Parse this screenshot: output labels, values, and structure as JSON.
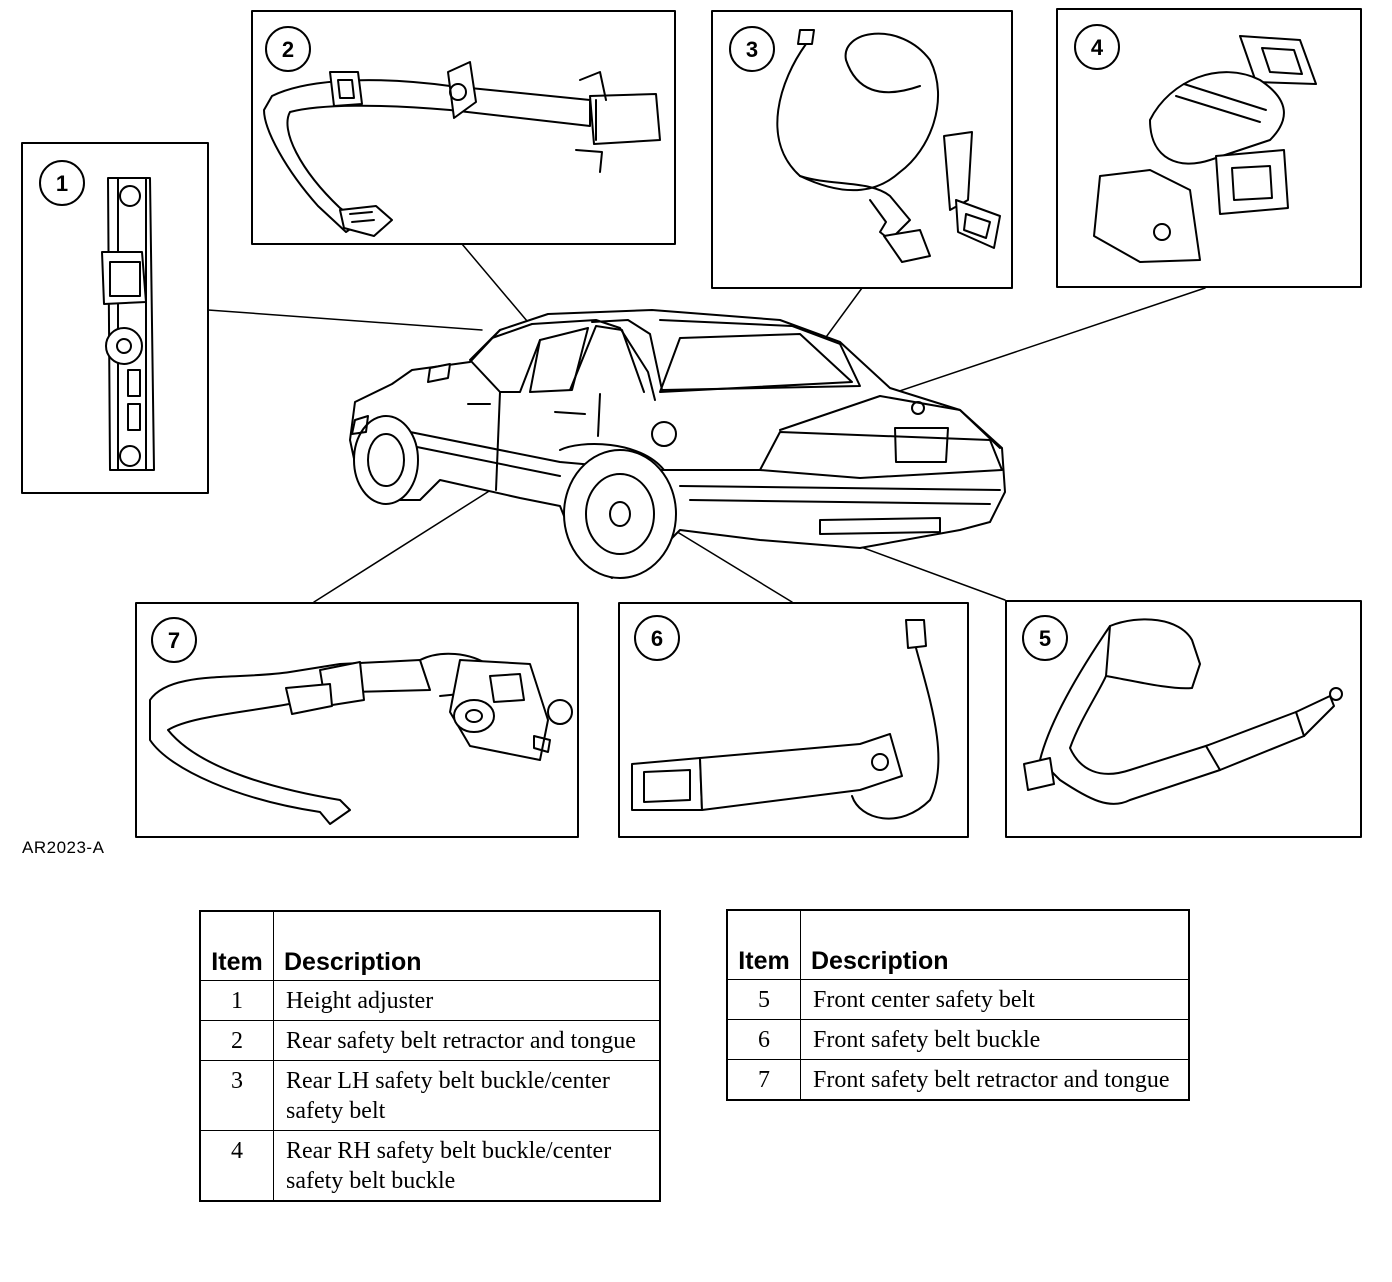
{
  "figure_code": "AR2023-A",
  "callouts": [
    "1",
    "2",
    "3",
    "4",
    "5",
    "6",
    "7"
  ],
  "table_left": {
    "header_item": "Item",
    "header_description": "Description",
    "rows": [
      {
        "item": "1",
        "description": "Height adjuster"
      },
      {
        "item": "2",
        "description": "Rear safety belt retractor and tongue"
      },
      {
        "item": "3",
        "description": "Rear LH safety belt buckle/center safety belt"
      },
      {
        "item": "4",
        "description": "Rear RH safety belt buckle/center safety belt buckle"
      }
    ]
  },
  "table_right": {
    "header_item": "Item",
    "header_description": "Description",
    "rows": [
      {
        "item": "5",
        "description": "Front center safety belt"
      },
      {
        "item": "6",
        "description": "Front safety belt buckle"
      },
      {
        "item": "7",
        "description": "Front safety belt retractor and tongue"
      }
    ]
  },
  "colors": {
    "ink": "#000000",
    "paper": "#ffffff"
  }
}
